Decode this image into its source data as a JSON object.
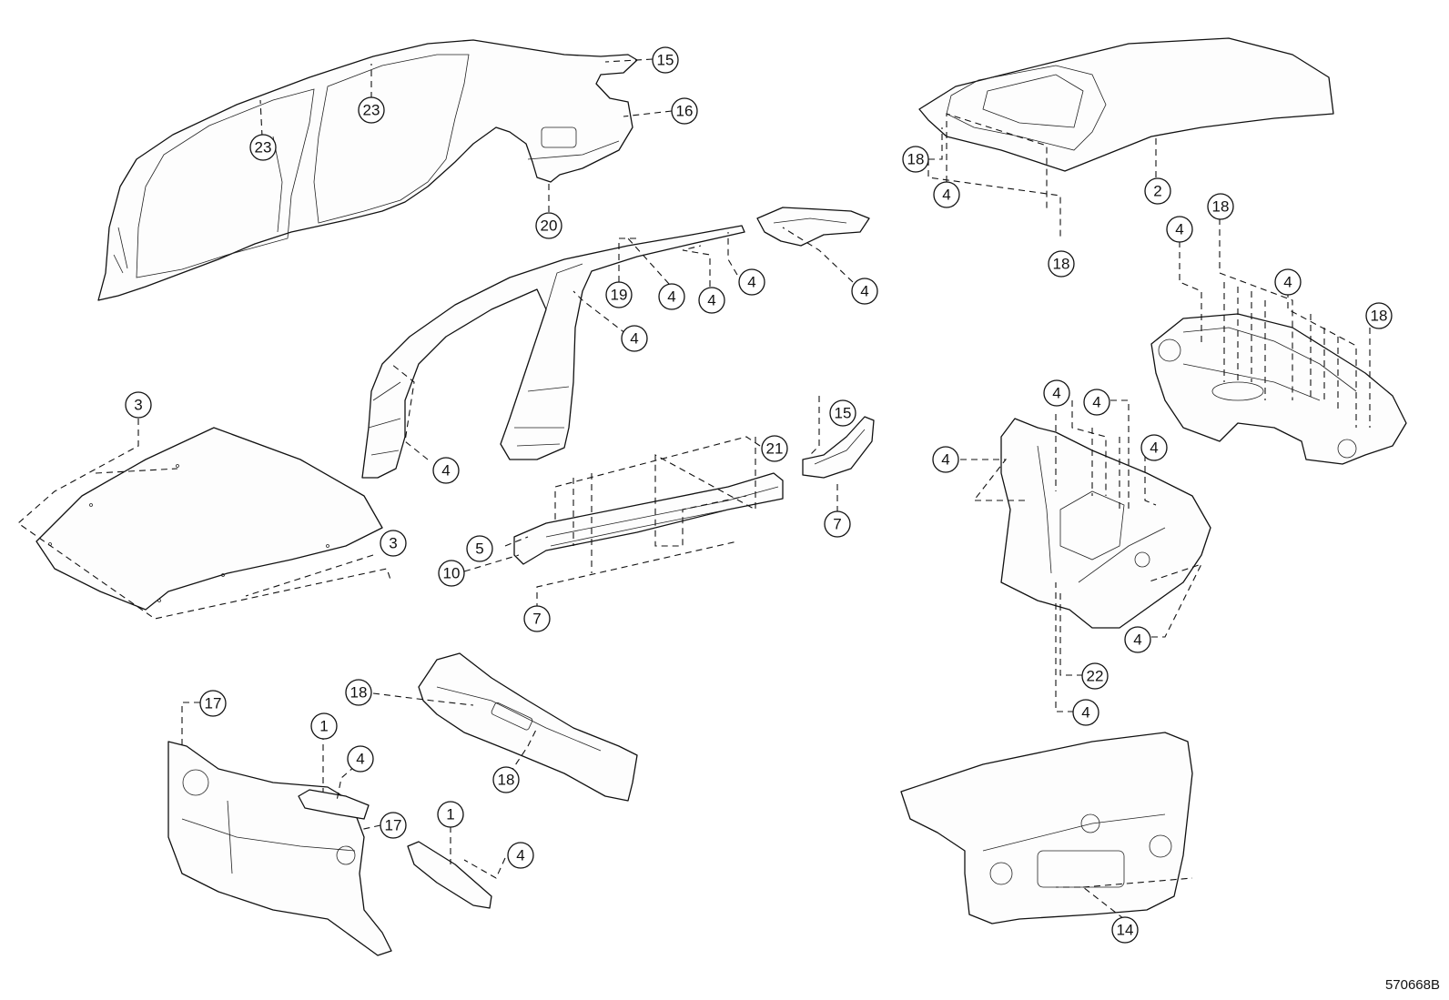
{
  "drawing_id": "570668B",
  "callouts": [
    "15",
    "16",
    "23",
    "23",
    "20",
    "18",
    "4",
    "2",
    "18",
    "19",
    "4",
    "4",
    "4",
    "4",
    "4",
    "4",
    "18",
    "4",
    "18",
    "3",
    "21",
    "15",
    "3",
    "5",
    "10",
    "7",
    "7",
    "4",
    "4",
    "4",
    "4",
    "22",
    "4",
    "17",
    "1",
    "4",
    "18",
    "17",
    "18",
    "1",
    "4",
    "14"
  ]
}
